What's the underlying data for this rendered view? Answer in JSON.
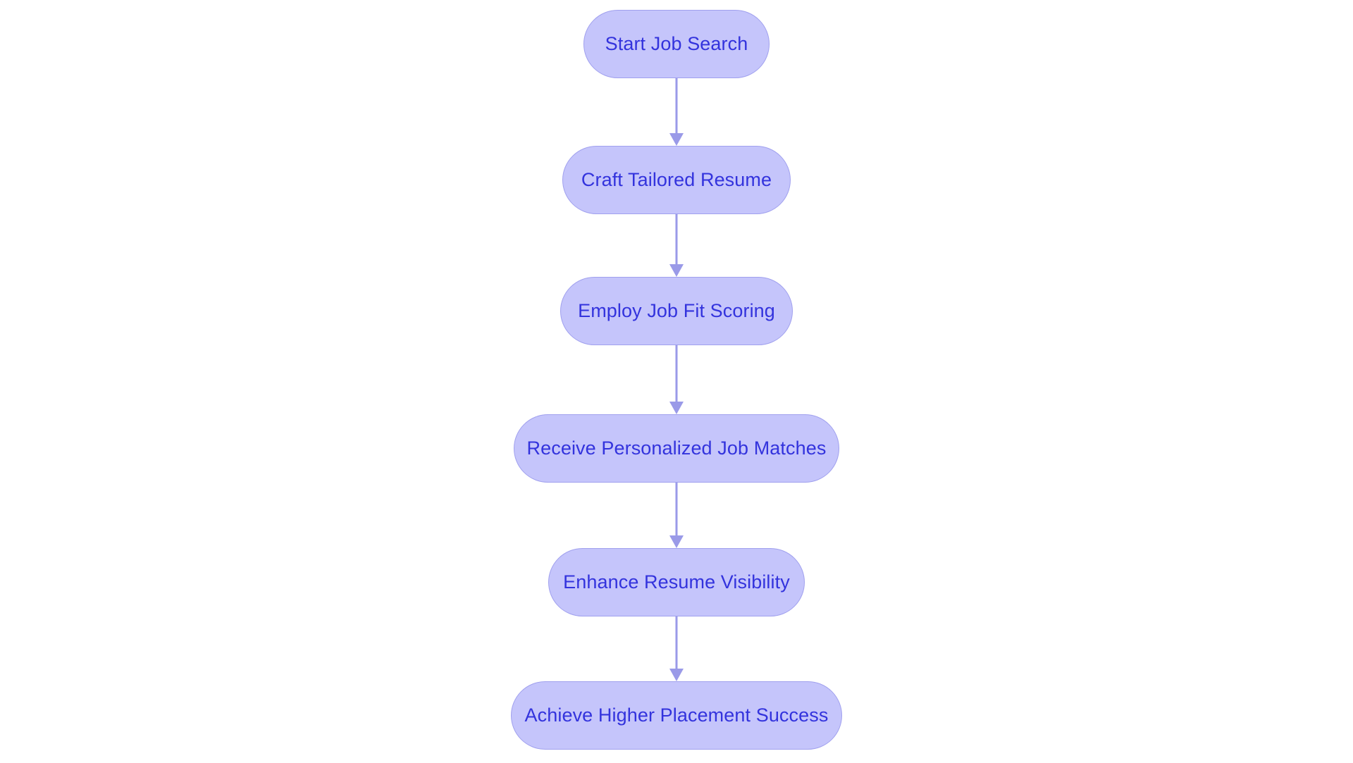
{
  "diagram": {
    "type": "flowchart",
    "orientation": "top-to-bottom",
    "background_color": "#ffffff",
    "node_fill_color": "#c5c5fb",
    "node_border_color": "#a0a0ee",
    "node_text_color": "#3333dd",
    "connector_color": "#9a9ae8",
    "node_shape": "stadium",
    "nodes": [
      {
        "id": "start-job-search",
        "label": "Start Job Search"
      },
      {
        "id": "craft-tailored-resume",
        "label": "Craft Tailored Resume"
      },
      {
        "id": "employ-job-fit-scoring",
        "label": "Employ Job Fit Scoring"
      },
      {
        "id": "receive-personalized-job-matches",
        "label": "Receive Personalized Job Matches"
      },
      {
        "id": "enhance-resume-visibility",
        "label": "Enhance Resume Visibility"
      },
      {
        "id": "achieve-higher-placement-success",
        "label": "Achieve Higher Placement Success"
      }
    ],
    "edges": [
      {
        "from": "start-job-search",
        "to": "craft-tailored-resume",
        "label": ""
      },
      {
        "from": "craft-tailored-resume",
        "to": "employ-job-fit-scoring",
        "label": ""
      },
      {
        "from": "employ-job-fit-scoring",
        "to": "receive-personalized-job-matches",
        "label": ""
      },
      {
        "from": "receive-personalized-job-matches",
        "to": "enhance-resume-visibility",
        "label": ""
      },
      {
        "from": "enhance-resume-visibility",
        "to": "achieve-higher-placement-success",
        "label": ""
      }
    ]
  }
}
